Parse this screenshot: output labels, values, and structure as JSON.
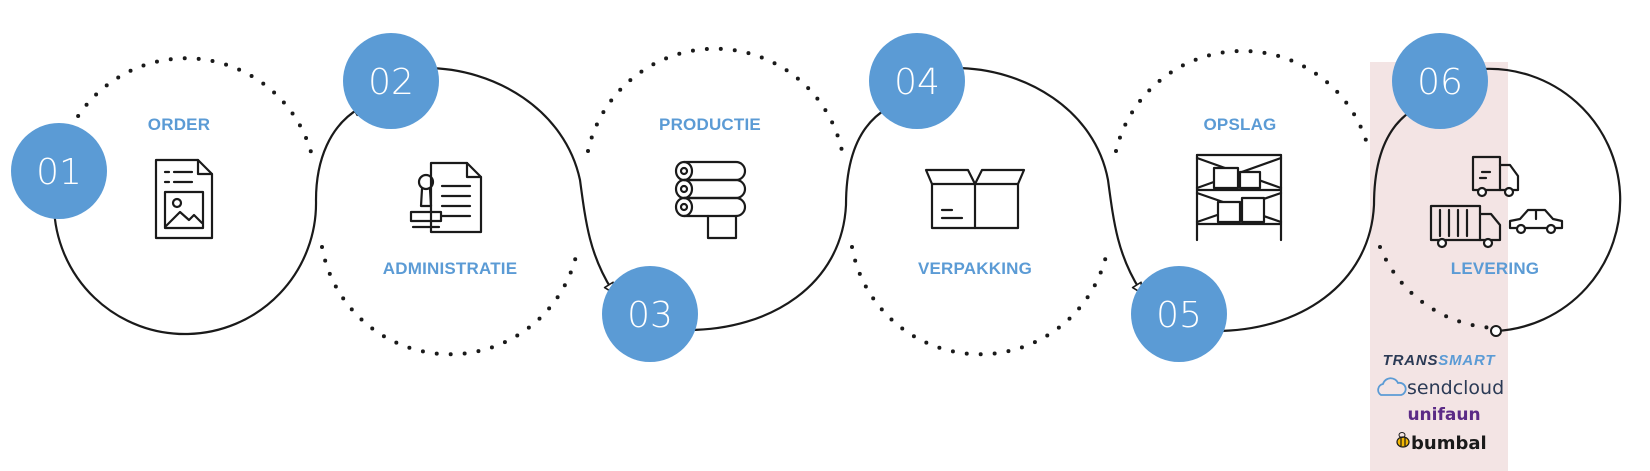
{
  "colors": {
    "accent": "#5b9bd5",
    "line": "#1a1a1a",
    "highlight": "#f3e4e4"
  },
  "steps": [
    {
      "number": "01",
      "label": "ORDER",
      "icon": "document-image-icon"
    },
    {
      "number": "02",
      "label": "ADMINISTRATIE",
      "icon": "stamp-document-icon"
    },
    {
      "number": "03",
      "label": "PRODUCTIE",
      "icon": "paper-rolls-icon"
    },
    {
      "number": "04",
      "label": "VERPAKKING",
      "icon": "open-box-icon"
    },
    {
      "number": "05",
      "label": "OPSLAG",
      "icon": "warehouse-shelf-icon"
    },
    {
      "number": "06",
      "label": "LEVERING",
      "icon": "delivery-vehicles-icon"
    }
  ],
  "partners": [
    {
      "name": "TRANSSMART",
      "part_a": "TRANS",
      "part_b": "SMART"
    },
    {
      "name": "sendcloud"
    },
    {
      "name": "unifaun"
    },
    {
      "name": "bumbal"
    }
  ]
}
